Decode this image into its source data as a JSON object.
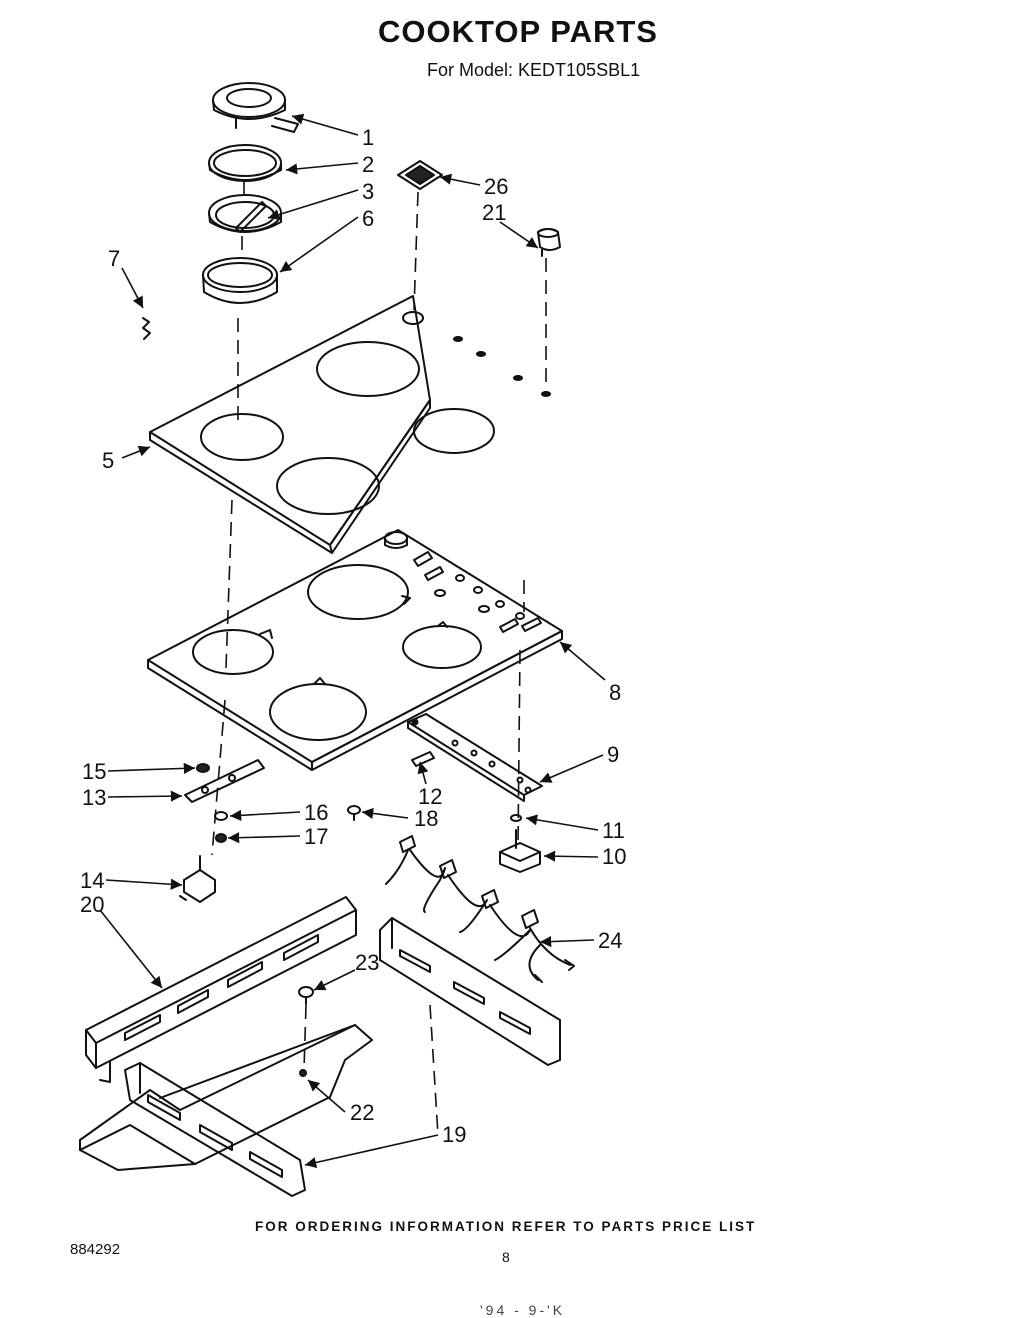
{
  "title": "COOKTOP PARTS",
  "subtitle": "For Model: KEDT105SBL1",
  "footer_note": "FOR ORDERING INFORMATION REFER TO PARTS PRICE LIST",
  "document_number": "884292",
  "page_number": "8",
  "stamp_text": "'94 - 9-'K",
  "callouts": [
    "1",
    "2",
    "3",
    "6",
    "7",
    "26",
    "21",
    "5",
    "8",
    "9",
    "12",
    "11",
    "10",
    "15",
    "13",
    "16",
    "17",
    "18",
    "14",
    "20",
    "23",
    "24",
    "22",
    "19"
  ]
}
